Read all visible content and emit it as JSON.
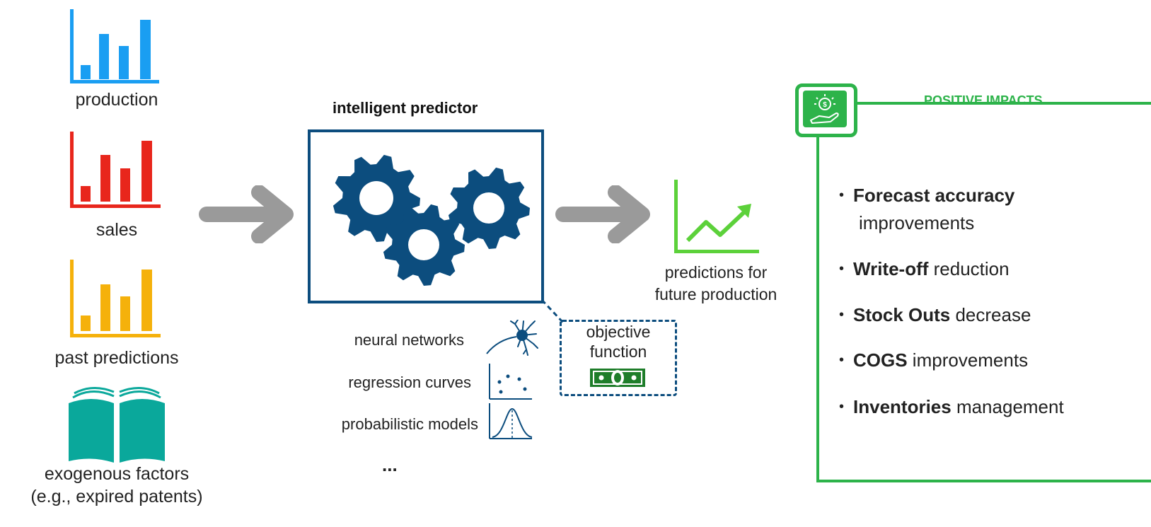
{
  "inputs": [
    {
      "label": "production",
      "color": "#1a9ef2"
    },
    {
      "label": "sales",
      "color": "#e8261c"
    },
    {
      "label": "past predictions",
      "color": "#f5b10b"
    },
    {
      "label_line1": "exogenous factors",
      "label_line2": "(e.g., expired patents)",
      "color": "#0aa89b"
    }
  ],
  "predictor": {
    "title": "intelligent predictor",
    "gear_color": "#0c4d7e",
    "methods": [
      {
        "label": "neural networks",
        "icon": "neuron-icon"
      },
      {
        "label": "regression curves",
        "icon": "scatter-plot-icon"
      },
      {
        "label": "probabilistic models",
        "icon": "bell-curve-icon"
      }
    ],
    "more": "...",
    "objective_line1": "objective",
    "objective_line2": "function",
    "objective_icon": "money-bill-icon"
  },
  "output": {
    "line1": "predictions for",
    "line2": "future production",
    "color": "#5cd13a"
  },
  "impacts": {
    "title": "POSITIVE IMPACTS",
    "accent": "#2db34a",
    "icon": "hand-lightbulb-dollar-icon",
    "items": [
      {
        "bold": "Forecast accuracy",
        "rest": "improvements"
      },
      {
        "bold": "Write-off",
        "rest": " reduction"
      },
      {
        "bold": "Stock Outs",
        "rest": " decrease"
      },
      {
        "bold": "COGS",
        "rest": " improvements"
      },
      {
        "bold": "Inventories",
        "rest": " management"
      }
    ]
  },
  "arrow_color": "#9a9a9a"
}
